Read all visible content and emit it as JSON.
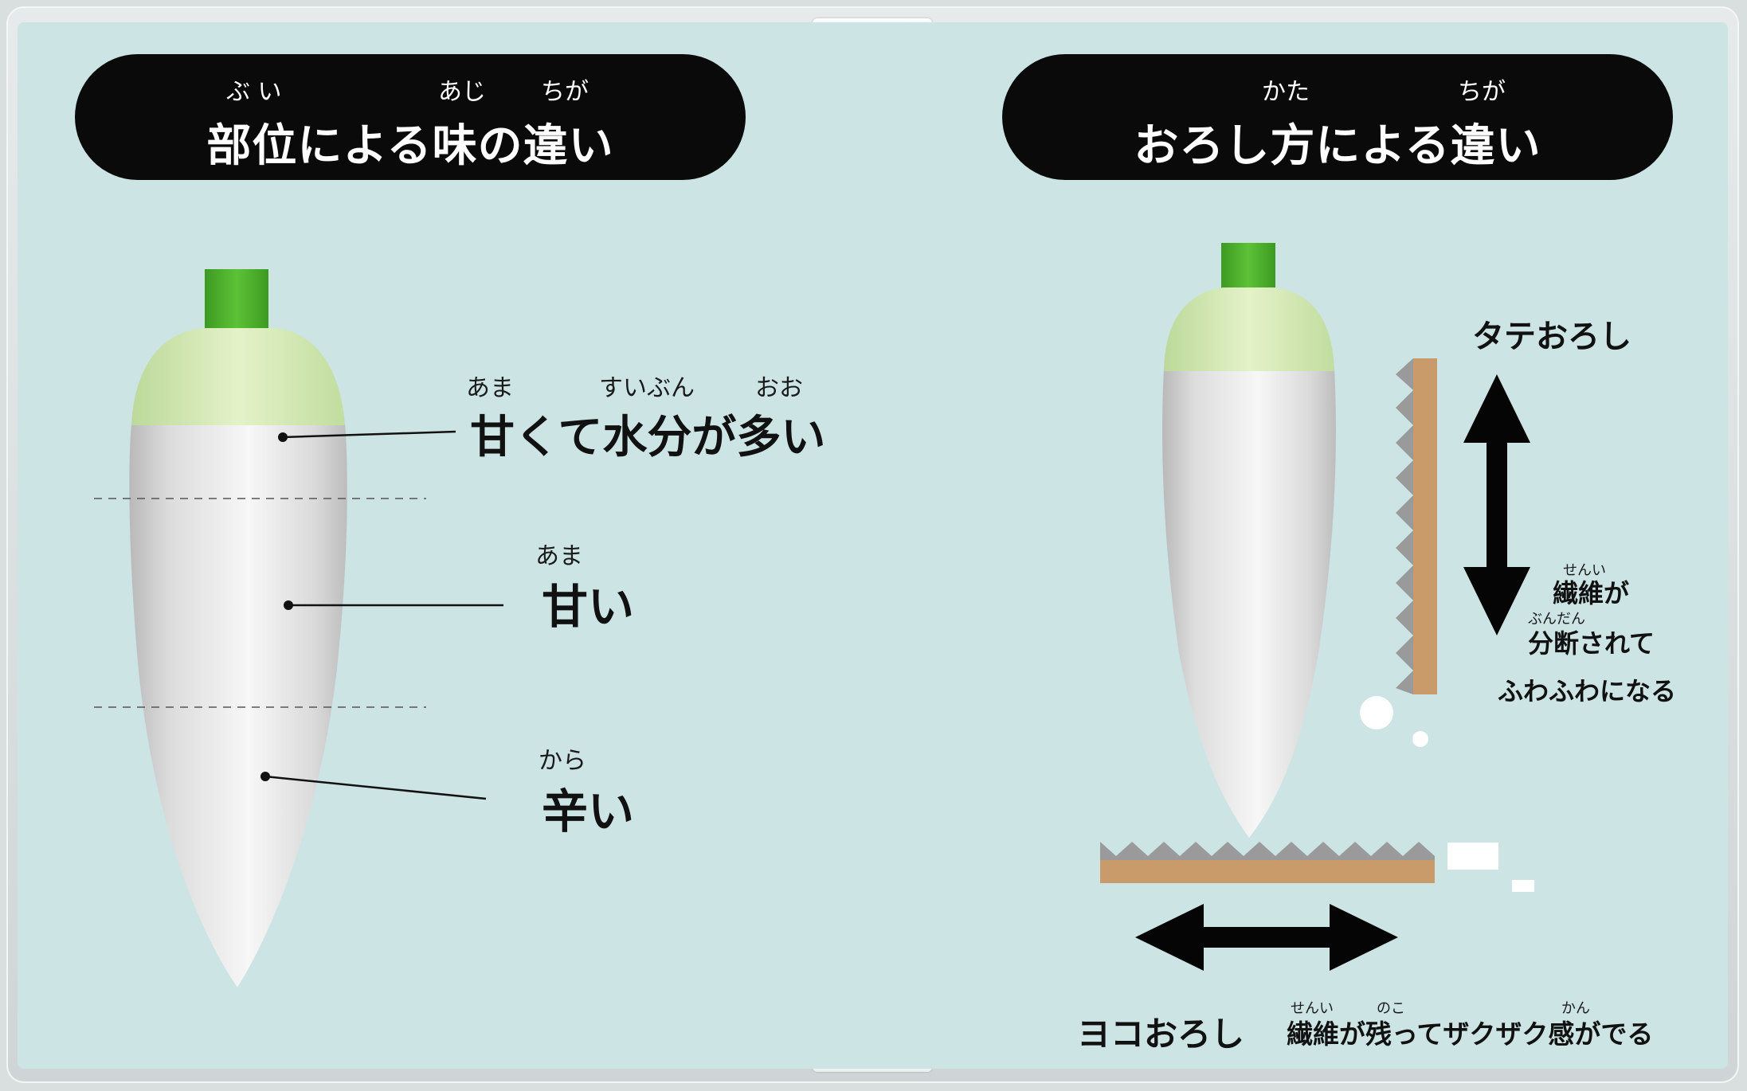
{
  "left_section": {
    "title": "部位による味の違い",
    "title_ruby": [
      "ぶ い",
      "あじ",
      "ちが"
    ],
    "labels": [
      {
        "text": "甘くて水分が多い",
        "ruby": [
          "あま",
          "すいぶん",
          "おお"
        ]
      },
      {
        "text": "甘い",
        "ruby": [
          "あま"
        ]
      },
      {
        "text": "辛い",
        "ruby": [
          "から"
        ]
      }
    ]
  },
  "right_section": {
    "title": "おろし方による違い",
    "title_ruby": [
      "かた",
      "ちが"
    ],
    "vertical": {
      "label": "タテおろし",
      "desc_line1": "繊維が",
      "desc_line1_ruby": "せんい",
      "desc_line2": "分断されて",
      "desc_line2_ruby": "ぶんだん",
      "desc_line3": "ふわふわになる"
    },
    "horizontal": {
      "label": "ヨコおろし",
      "desc": "繊維が残ってザクザク感がでる",
      "desc_ruby": [
        "せんい",
        "のこ",
        "かん"
      ]
    }
  },
  "colors": {
    "background": "#cce4e4",
    "stem": "#4fb22d",
    "radish_top": "#d8ecb4",
    "radish_body": "#f2f2f2",
    "grater_wood": "#c99b6b",
    "grater_teeth": "#9a9a9a"
  }
}
